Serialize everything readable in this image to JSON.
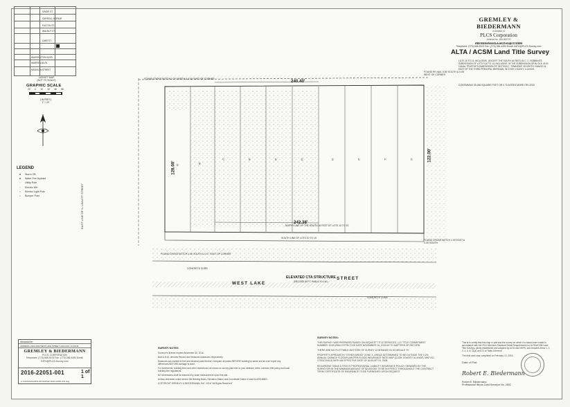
{
  "vicinity_map": {
    "streets": [
      "KINZIE ST.",
      "CARROLL AVENUE",
      "FULTON ST.",
      "WALNUT ST.",
      "LAKE ST.",
      "WASHINGTON BLVD.",
      "WARREN BLVD.",
      "MADISON STREET"
    ],
    "caption_1": "VICINITY MAP",
    "caption_2": "(NOT TO SCALE)"
  },
  "graphic_scale": {
    "title": "GRAPHIC SCALE",
    "ticks": [
      "20",
      "0",
      "10",
      "20",
      "40",
      "80"
    ],
    "units_1": "( IN FEET )",
    "units_2": "1\" = 20'"
  },
  "legend": {
    "title": "LEGEND",
    "items": [
      {
        "symbol": "⊕",
        "label": "Storm CB"
      },
      {
        "symbol": "⊗",
        "label": "Water Fire Hydrant"
      },
      {
        "symbol": "◦",
        "label": "Utility Pole"
      },
      {
        "symbol": "▫",
        "label": "Electric MH"
      },
      {
        "symbol": "☼",
        "label": "Electric Light Pole"
      },
      {
        "symbol": "•",
        "label": "Bumper Post"
      }
    ]
  },
  "firm": {
    "name": "GREMLEY & BIEDERMANN",
    "division": "A Division of",
    "corp": "PLCS Corporation",
    "license": "License No. 184-000722",
    "professional": "PROFESSIONAL LAND SURVEYORS",
    "address": "4505 North Elston Avenue, Chicago, IL 60630",
    "contact": "Telephone: (773) 685-5102   Fax: (773) 286-4490   Email: INFO@PLCS-Survey.com"
  },
  "survey_title": "ALTA / ACSM Land Title Survey",
  "legal_description": "LOTS 10 TO 19, INCLUSIVE, (EXCEPT THE SOUTH 16 FEET) IN C. C. ROBBINS'S SUBDIVISION OF LOTS 9,10 TO 13, INCLUSIVE, IN THE SUBDIVISION OF BLOCK 43 IN CANAL TRUSTEE'S SUBDIVISION OF SECTION 7, TOWNSHIP 39 NORTH, RANGE 14, EAST OF THE THIRD PRINCIPAL MERIDIAN, IN COOK COUNTY, ILLINOIS.",
  "area": "CONTAINING 30,456 SQUARE FEET OR 0.70 ACRES MORE OR LESS",
  "plat": {
    "lots": [
      "19",
      "18",
      "17",
      "16",
      "15",
      "14",
      "13",
      "12",
      "11",
      "10"
    ],
    "north_dim": "240.40'",
    "south_dim": "242.38'",
    "west_dim": "128.00'",
    "east_dim": "122.00'",
    "west_street": "EAST LINE OF N. LEAVITT STREET",
    "south_street_a": "WEST LAKE",
    "south_street_b": "STREET",
    "cta_title": "ELEVATED CTA STRUCTURE",
    "cta_sub": "(RECORD 80 FT. PUBLIC R.O.W.)",
    "corner_nw": "FOUND CROSS NOTCH  0.20' NORTH & 0.06' EAST OF CORNER",
    "corner_ne": "FOUND PK NAIL  0.06' SOUTH & 0.05' WEST OF CORNER",
    "corner_sw": "FOUND CROSS NOTCH  0.06' SOUTH & 0.07' EAST OF CORNER",
    "corner_se": "FOUND CROSS NOTCH  1.00' EAST & 0.09' SOUTH",
    "south_line": "SOUTH LINE OF LOTS 10 TO 19",
    "north_line": "NORTH LINE OF THE SOUTH 16 FEET OF LOTS 10 TO 19",
    "conc_curb": "CONCRETE CURB"
  },
  "title_block": {
    "ordered_by": "ORDERED BY:",
    "address": "ADDRESS: 2230-2250 WEST LAKE STREET, CHICAGO, ILLINOIS",
    "firm_name": "GREMLEY & BIEDERMANN",
    "firm_corp": "PLCS, CORPORATION",
    "firm_contact": "Telephone: (773) 685-5102  Fax: (773) 286-4490  Email: INFO@PLCS-Survey.com",
    "job_no": "2016-22051-001",
    "sheet": "1 of 1",
    "file": "G:\\CAD\\2016\\22051-001\\SURVEY\\2016-22051-001.dwg"
  },
  "survey_notes": {
    "title": "SURVEY NOTES",
    "notes": [
      "Surveyor's license expires November 30, 2016.",
      "Bold & B.M. denotes Record and Measured distances respectively.",
      "Distances are marked in feet and decimal parts thereof. Compare all points BEFORE building by same and at once report any differences BEFORE damage is done.",
      "For easements, building lines and other restrictions not shown on survey plat refer to your abstract, deed, contract, title policy and local building line regulations.",
      "NO dimensions shall be assumed by scale measurement upon this plat.",
      "Unless otherwise noted hereon the Bearing Basis, Elevation Datum and Coordinate Datum if used is ASSUMED.",
      "COPYRIGHT GREMLEY & BIEDERMANN, INC. 2016  \"All Rights Reserved\""
    ]
  },
  "survey_notes_2": {
    "title": "SURVEY NOTES:",
    "notes": [
      "THIS SURVEY WAS PREPARED BASED ON ACQUEST TITLE SERVICES, LLC TITLE COMMITMENT NUMBER: 2015125612 EFFECTIVE DATE NOVEMBER 16, 2015 AS TO MATTERS OF RECORD.",
      "THERE ARE NO PLOTTABLE MATTERS OF SURVEY CONTAINED IN SCHEDULE \"B\".",
      "PROPERTY APPEARS IN \"OTHER AREAS\" ZONE X, AREAS DETERMINED TO BE OUTSIDE THE 0.2% ANNUAL CHANCE FLOODPLAIN PER FLOOD INSURANCE RATE MAP (COOK COUNTY, ILLINOIS, MAP NO. 17031C0410J) WITH AN EFFECTIVE DATE OF AUGUST 19, 2008.",
      "REGARDING TABLE A ITEM 21 PROFESSIONAL LIABILITY INSURANCE POLICY OBTAINED BY THE SURVEYOR IN THE MINIMUM AMOUNT OF $2,000,000 TO BE IN EFFECT THROUGHOUT THE CONTRACT TERM. CERTIFICATE OF INSURANCE TO BE FURNISHED UPON REQUEST."
    ]
  },
  "certification": {
    "text_1": "This is to certify that this map or plat and the survey on which it is based were made in accordance with the 2011 Minimum Standard Detail Requirements for ALTA/ACSM Land Title Surveys, jointly established and adopted by ALTA and NSPS, and includes Items 1, 2, 3, 4, 6, 8, 11(a) and 21 of Table A thereof.",
    "text_2": "The field work was completed on February 13, 2016.",
    "dated": "Date of Plat:",
    "signature": "Robert E. Biedermann",
    "name": "Robert E. Biedermann",
    "license": "Professional Illinois Land Surveyor No. 2602"
  }
}
